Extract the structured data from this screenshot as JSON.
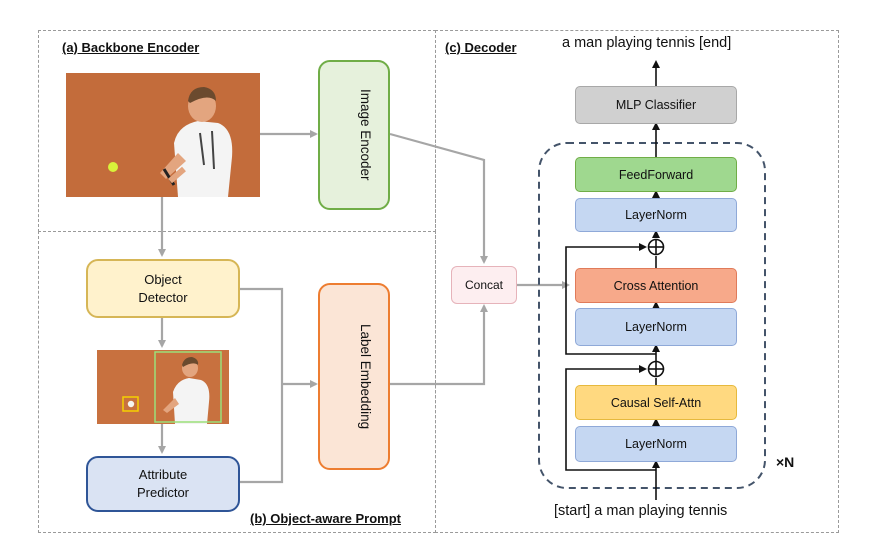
{
  "regions": {
    "backbone": "(a) Backbone Encoder",
    "prompt": "(b) Object-aware Prompt",
    "decoder": "(c) Decoder"
  },
  "blocks": {
    "image_encoder": "Image Encoder",
    "object_detector_line1": "Object",
    "object_detector_line2": "Detector",
    "attribute_predictor_line1": "Attribute",
    "attribute_predictor_line2": "Predictor",
    "label_embedding": "Label Embedding",
    "concat": "Concat",
    "mlp_classifier": "MLP Classifier",
    "feedforward": "FeedForward",
    "layernorm_top": "LayerNorm",
    "cross_attention": "Cross Attention",
    "layernorm_mid": "LayerNorm",
    "causal_self_attn": "Causal Self-Attn",
    "layernorm_bottom": "LayerNorm"
  },
  "decoder": {
    "output_text": "a man playing tennis [end]",
    "input_text": "[start] a man playing tennis",
    "repeat": "×N"
  },
  "colors": {
    "encoder_green": "#e6f1dc",
    "detector_yellow": "#fff2cc",
    "predictor_blue": "#dae3f3",
    "embedding_orange": "#fbe5d6",
    "concat_pink": "#fdeef0",
    "mlp_gray": "#d0d0d0",
    "feedforward_green": "#9fd88f",
    "layernorm_blue": "#c5d7f2",
    "cross_attention_orange": "#f7a98a",
    "self_attn_yellow": "#ffd980"
  }
}
